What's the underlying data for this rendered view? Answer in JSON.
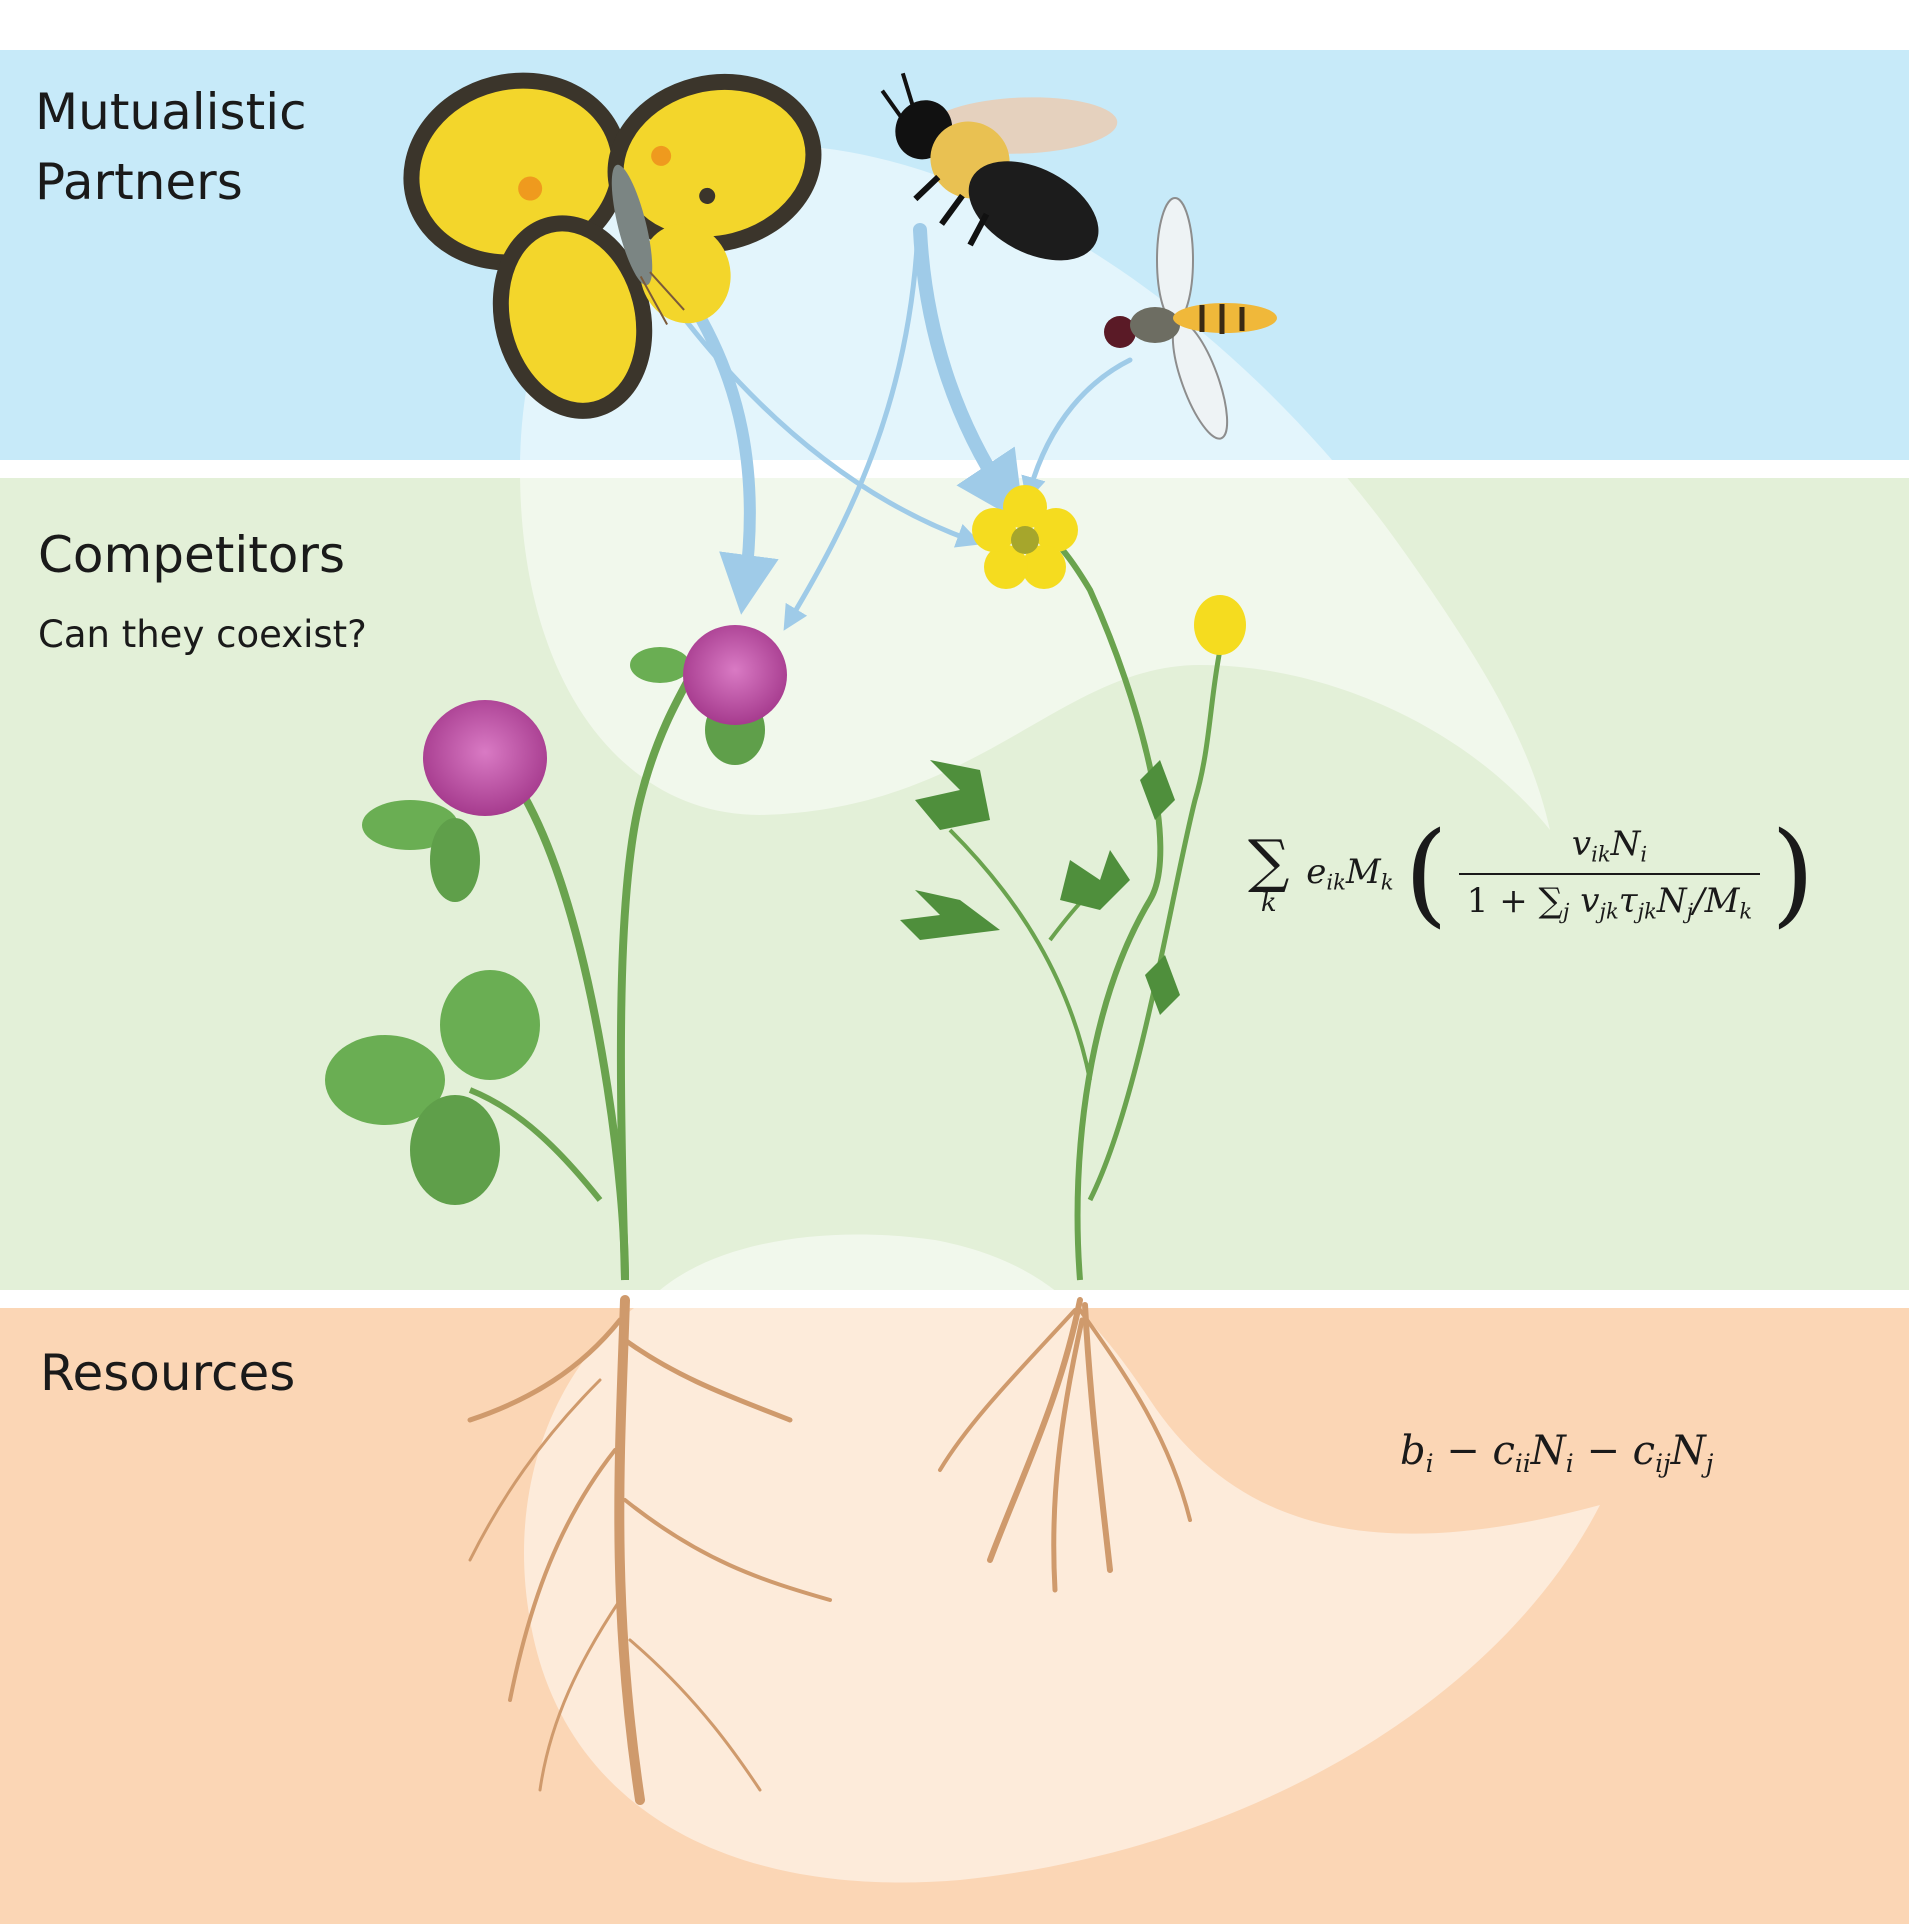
{
  "bands": {
    "mutualists": {
      "title_line1": "Mutualistic",
      "title_line2": "Partners",
      "color": "#c7eaf9"
    },
    "competitors": {
      "title": "Competitors",
      "subtitle": "Can they coexist?",
      "color": "#e3f0d8"
    },
    "resources": {
      "title": "Resources",
      "color": "#fbd6b5"
    }
  },
  "equations": {
    "mutualism": {
      "sum_symbol": "∑",
      "sum_index": "k",
      "coefficient": "e",
      "coefficient_sub": "ik",
      "partner": "M",
      "partner_sub": "k",
      "numerator": "v",
      "numerator_sub": "ik",
      "numerator_var": "N",
      "numerator_var_sub": "i",
      "denominator_one": "1 +",
      "denominator_sum": "∑",
      "denominator_sum_sub": "j",
      "denominator_v": "v",
      "denominator_v_sub": "jk",
      "denominator_tau": "τ",
      "denominator_tau_sub": "jk",
      "denominator_n": "N",
      "denominator_n_sub": "j",
      "denominator_div": "/M",
      "denominator_div_sub": "k"
    },
    "resource": {
      "term1": "b",
      "term1_sub": "i",
      "minus": "−",
      "term2": "c",
      "term2_sub": "ii",
      "term2_var": "N",
      "term2_var_sub": "i",
      "term3": "c",
      "term3_sub": "ij",
      "term3_var": "N",
      "term3_var_sub": "j"
    }
  },
  "colors": {
    "arrow": "#9fcbe8",
    "clover_flower": "#c24fa7",
    "buttercup_flower": "#f5dc1f",
    "leaf": "#5e9e46",
    "root": "#cf9a6c",
    "highlight": "#ffffff"
  },
  "icons": [
    "butterfly-icon",
    "bumblebee-icon",
    "hoverfly-icon",
    "clover-plant-icon",
    "buttercup-plant-icon",
    "clover-roots-icon",
    "buttercup-roots-icon"
  ]
}
